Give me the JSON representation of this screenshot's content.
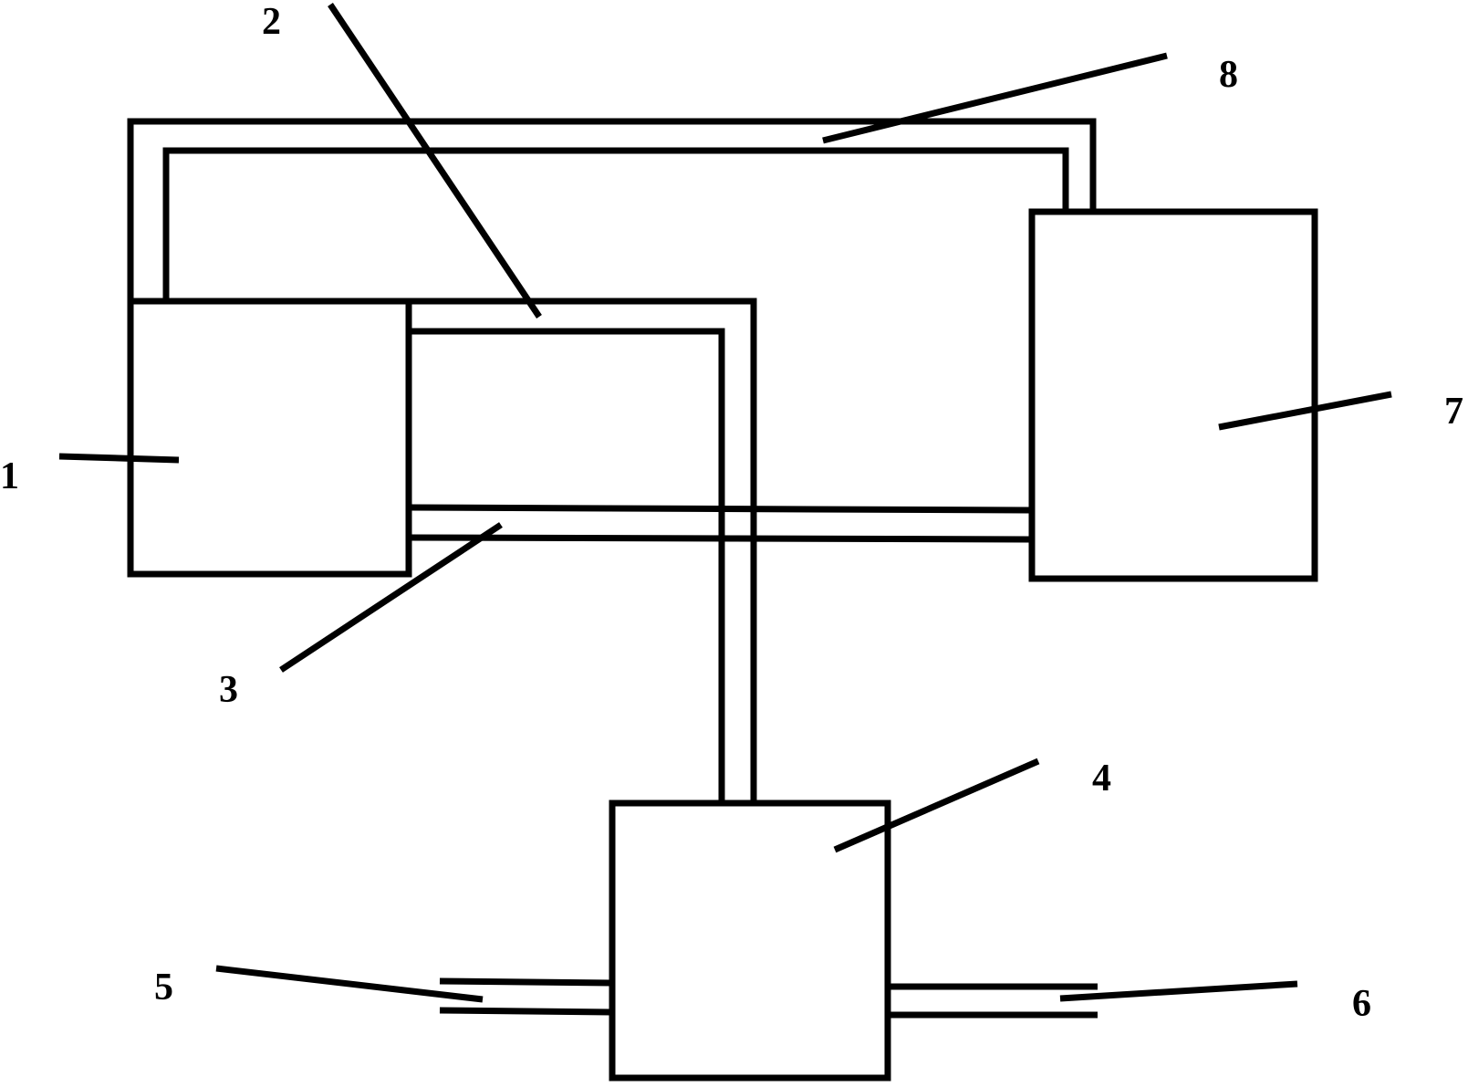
{
  "labels": {
    "l1": "1",
    "l2": "2",
    "l3": "3",
    "l4": "4",
    "l5": "5",
    "l6": "6",
    "l7": "7",
    "l8": "8"
  },
  "colors": {
    "line": "#000000",
    "background": "#ffffff"
  }
}
